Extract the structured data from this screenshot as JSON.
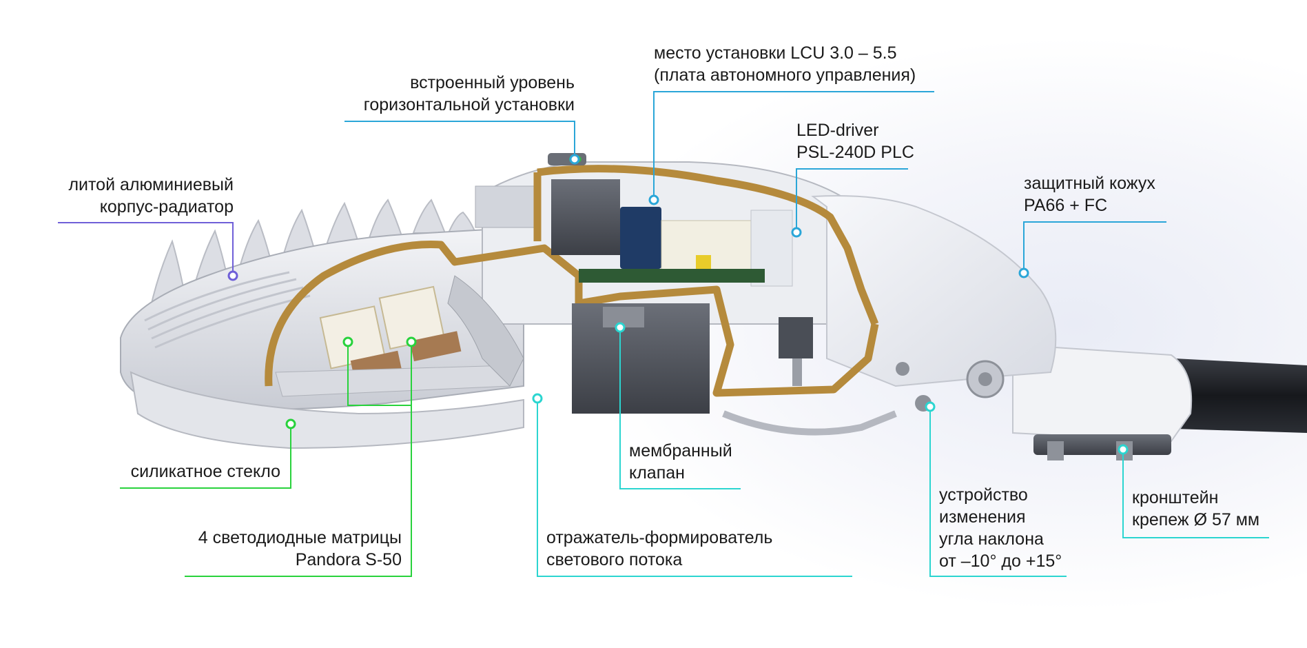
{
  "colors": {
    "purple": "#6f5fd8",
    "blue": "#2aa6d8",
    "green": "#28d23c",
    "cyan": "#2bd5d0",
    "housing": "#e8e9ee",
    "cut_section": "#b58a3c"
  },
  "callouts": [
    {
      "id": "housing",
      "color": "purple",
      "lines": [
        "литой алюминиевый",
        "корпус-радиатор"
      ]
    },
    {
      "id": "level",
      "color": "blue",
      "lines": [
        "встроенный уровень",
        "горизонтальной установки"
      ]
    },
    {
      "id": "lcu",
      "color": "blue",
      "lines": [
        "место установки LCU 3.0 – 5.5",
        "(плата автономного управления)"
      ]
    },
    {
      "id": "driver",
      "color": "blue",
      "lines": [
        "LED-driver",
        "PSL-240D PLC"
      ]
    },
    {
      "id": "cover",
      "color": "blue",
      "lines": [
        "защитный кожух",
        "PA66 + FC"
      ]
    },
    {
      "id": "glass",
      "color": "green",
      "lines": [
        "силикатное стекло"
      ]
    },
    {
      "id": "matrices",
      "color": "green",
      "lines": [
        "4 светодиодные матрицы",
        "Pandora S-50"
      ]
    },
    {
      "id": "reflector",
      "color": "cyan",
      "lines": [
        "отражатель-формирователь",
        "светового потока"
      ]
    },
    {
      "id": "valve",
      "color": "cyan",
      "lines": [
        "мембранный",
        "клапан"
      ]
    },
    {
      "id": "tilt",
      "color": "cyan",
      "lines": [
        "устройство",
        "изменения",
        "угла наклона",
        "от –10° до +15°"
      ]
    },
    {
      "id": "bracket",
      "color": "cyan",
      "lines": [
        "кронштейн",
        "крепеж Ø 57 мм"
      ]
    }
  ]
}
